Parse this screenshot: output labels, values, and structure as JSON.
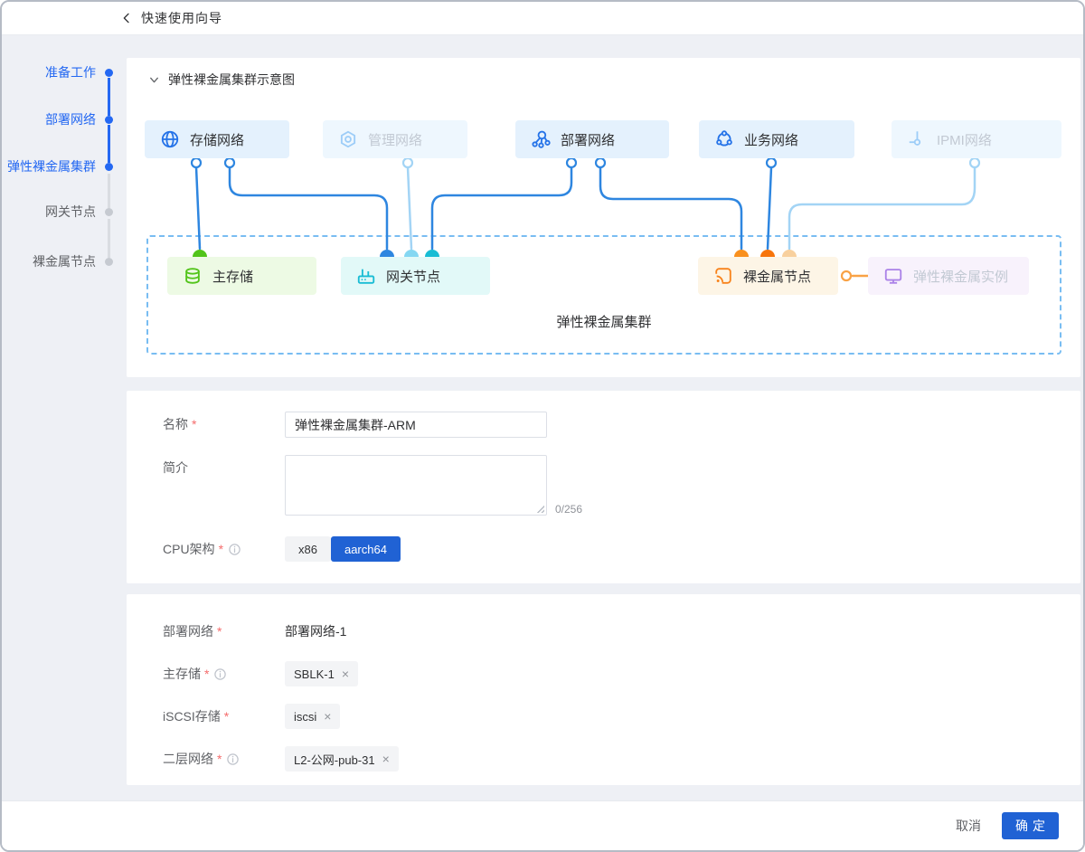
{
  "ui": {
    "required_mark": "*",
    "close_mark": "×"
  },
  "colors": {
    "accent_blue": "#2468f2",
    "button_blue": "#2062d4",
    "wire_blue": "#2e86e0",
    "wire_light_blue": "#a3d4f5",
    "node_green": "#52c41a",
    "node_cyan": "#18bcd4",
    "node_orange": "#f9901e",
    "node_purple": "#ab82e8",
    "active_box_bg": "#e4f1fd",
    "page_bg": "#eef0f5"
  },
  "header": {
    "title": "快速使用向导"
  },
  "sidebar": {
    "steps": [
      {
        "label": "准备工作",
        "state": "done"
      },
      {
        "label": "部署网络",
        "state": "done"
      },
      {
        "label": "弹性裸金属集群",
        "state": "done"
      },
      {
        "label": "网关节点",
        "state": "todo"
      },
      {
        "label": "裸金属节点",
        "state": "todo"
      }
    ]
  },
  "diagram": {
    "section_title": "弹性裸金属集群示意图",
    "cluster_label": "弹性裸金属集群",
    "top_nodes": [
      {
        "label": "存储网络",
        "state": "active",
        "icon": "globe-network-icon"
      },
      {
        "label": "管理网络",
        "state": "inactive",
        "icon": "hexagon-node-icon"
      },
      {
        "label": "部署网络",
        "state": "active",
        "icon": "share-nodes-icon"
      },
      {
        "label": "业务网络",
        "state": "active",
        "icon": "cloud-network-icon"
      },
      {
        "label": "IPMI网络",
        "state": "inactive",
        "icon": "wire-port-icon"
      }
    ],
    "bottom_nodes": [
      {
        "label": "主存储",
        "theme": "green",
        "icon": "database-icon"
      },
      {
        "label": "网关节点",
        "theme": "cyan",
        "icon": "router-icon"
      },
      {
        "label": "裸金属节点",
        "theme": "orange",
        "icon": "broadcast-icon"
      },
      {
        "label": "弹性裸金属实例",
        "theme": "purple",
        "icon": "monitor-icon"
      }
    ]
  },
  "form_basic": {
    "name": {
      "label": "名称",
      "value": "弹性裸金属集群-ARM"
    },
    "intro": {
      "label": "简介",
      "value": "",
      "counter": "0/256"
    },
    "cpu": {
      "label": "CPU架构",
      "options": [
        {
          "label": "x86",
          "selected": false
        },
        {
          "label": "aarch64",
          "selected": true
        }
      ]
    }
  },
  "form_network": {
    "deploy_network": {
      "label": "部署网络",
      "value": "部署网络-1"
    },
    "primary_storage": {
      "label": "主存储",
      "tag": "SBLK-1"
    },
    "iscsi_storage": {
      "label": "iSCSI存储",
      "tag": "iscsi"
    },
    "l2_network": {
      "label": "二层网络",
      "tag": "L2-公网-pub-31"
    }
  },
  "footer": {
    "cancel_label": "取消",
    "confirm_label": "确定"
  }
}
